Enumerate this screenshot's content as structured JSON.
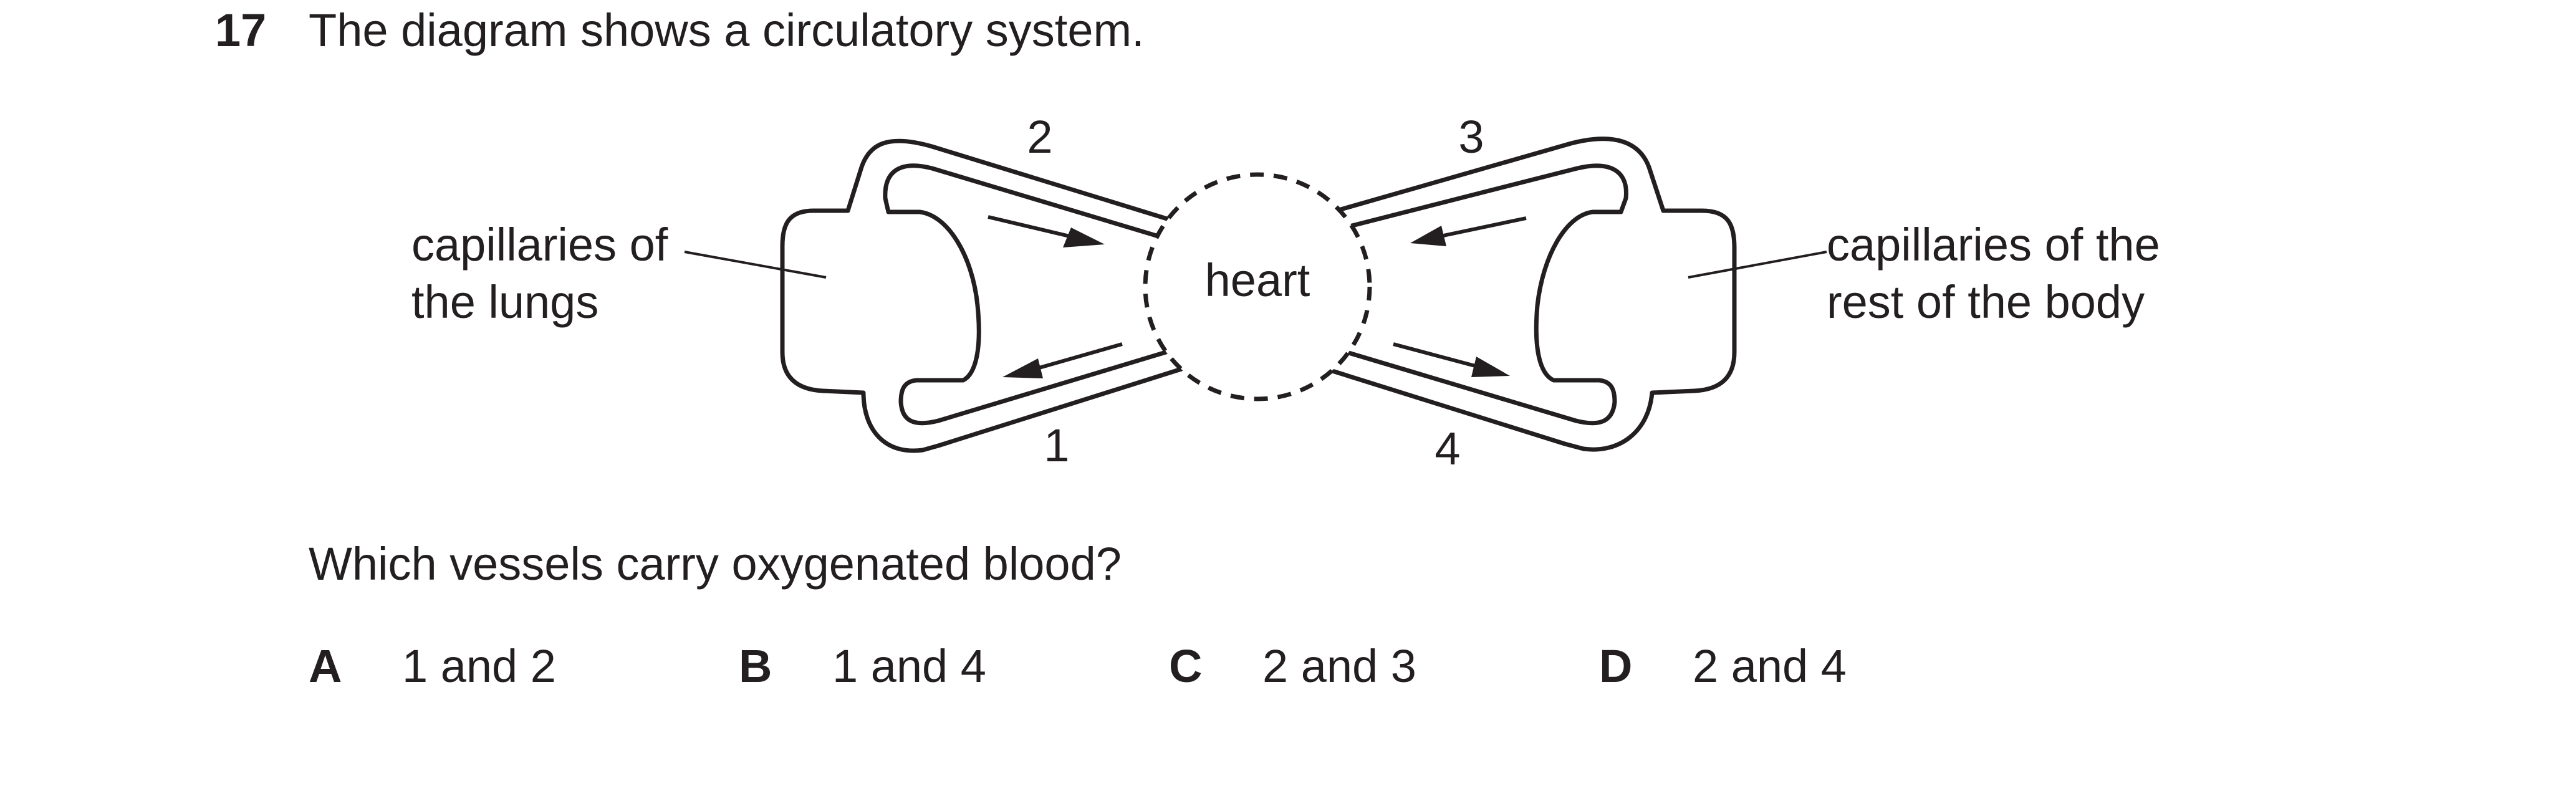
{
  "question": {
    "number": "17",
    "stem": "The diagram shows a circulatory system.",
    "prompt": "Which vessels carry oxygenated blood?"
  },
  "diagram": {
    "heart_label": "heart",
    "left_label_line1": "capillaries of",
    "left_label_line2": "the lungs",
    "right_label_line1": "capillaries of the",
    "right_label_line2": "rest of the body",
    "vessel_labels": [
      "1",
      "2",
      "3",
      "4"
    ]
  },
  "options": [
    {
      "letter": "A",
      "text": "1 and 2"
    },
    {
      "letter": "B",
      "text": "1 and 4"
    },
    {
      "letter": "C",
      "text": "2 and 3"
    },
    {
      "letter": "D",
      "text": "2 and 4"
    }
  ]
}
